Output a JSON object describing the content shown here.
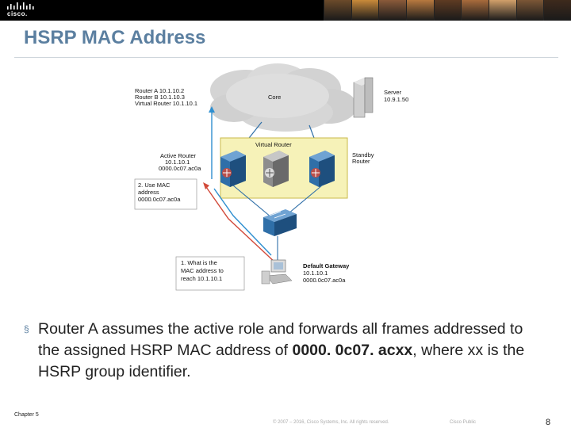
{
  "header": {
    "logo_text": "cisco.",
    "photo_colors": [
      "#6b4a2a",
      "#c98a3a",
      "#8a5a3a",
      "#b7793f",
      "#5e3b22",
      "#a86b3c",
      "#d1a06a",
      "#7b5636",
      "#3e2a1c"
    ]
  },
  "slide": {
    "title": "HSRP MAC Address"
  },
  "diagram": {
    "router_a": "Router A 10.1.10.2",
    "router_b": "Router B 10.1.10.3",
    "virtual_router_ip": "Virtual Router 10.1.10.1",
    "core_label": "Core",
    "server_name": "Server",
    "server_ip": "10.9.1.50",
    "virtual_router_box": "Virtual Router",
    "active_router_title": "Active Router",
    "active_router_ip": "10.1.10.1",
    "active_router_mac": "0000.0c07.ac0a",
    "standby_router_l1": "Standby",
    "standby_router_l2": "Router",
    "use_mac_l1": "2. Use MAC",
    "use_mac_l2": "address",
    "use_mac_l3": "0000.0c07.ac0a",
    "question_l1": "1. What is the",
    "question_l2": "MAC address to",
    "question_l3": "reach 10.1.10.1",
    "gateway_title": "Default Gateway",
    "gateway_ip": "10.1.10.1",
    "gateway_mac": "0000.0c07.ac0a",
    "colors": {
      "virtual_box_fill": "#f6f2b8",
      "virtual_box_stroke": "#c9b94a",
      "router_blue": "#2f6fa8",
      "link_blue": "#2f8fd0",
      "link_red": "#d24a3a",
      "cloud": "#d9d9d9"
    }
  },
  "bullet": {
    "marker": "§",
    "text_before": "Router A assumes the active role and forwards all frames addressed to the assigned HSRP MAC address of ",
    "mac_bold": "0000. 0c07. acxx",
    "text_after": ", where xx is the HSRP group identifier."
  },
  "footer": {
    "chapter": "Chapter 5",
    "copyright": "© 2007 – 2016, Cisco Systems, Inc. All rights reserved.",
    "classification": "Cisco Public",
    "page": "8"
  }
}
